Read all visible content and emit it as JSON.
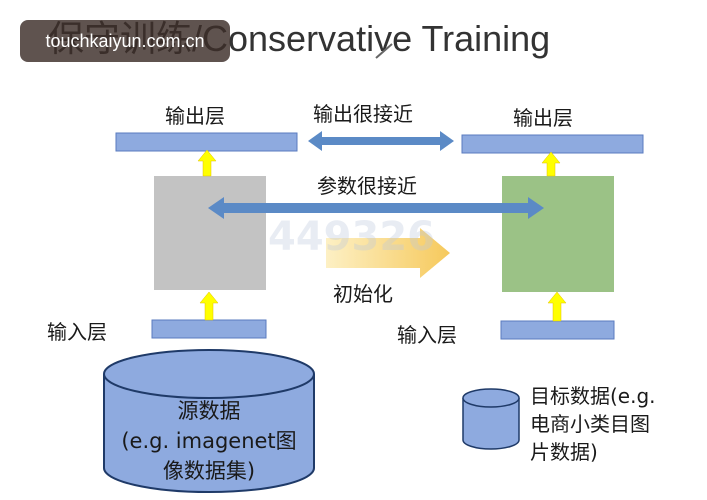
{
  "title": "保守训练/Conservative Training",
  "watermark": "touchkaiyun.com.cn",
  "left": {
    "output_label": "输出层",
    "input_label": "输入层"
  },
  "right": {
    "output_label": "输出层",
    "input_label": "输入层"
  },
  "arrows": {
    "output_close": "输出很接近",
    "params_close": "参数很接近",
    "init": "初始化"
  },
  "source_db": {
    "line1": "源数据",
    "line2": "(e.g. imagenet图",
    "line3": "像数据集)"
  },
  "target_db": {
    "line1": "目标数据(e.g.",
    "line2": "电商小类目图",
    "line3": "片数据)"
  },
  "ghost_number": "449326",
  "colors": {
    "bar": "#8eaadf",
    "blue_arrow": "#5b8ac6",
    "yellow_arrow": "#ffff00",
    "grey_model": "#c3c3c3",
    "green_model": "#9bc286",
    "init_arrow": "#f8d878",
    "cylinder": "#8eaadf"
  }
}
